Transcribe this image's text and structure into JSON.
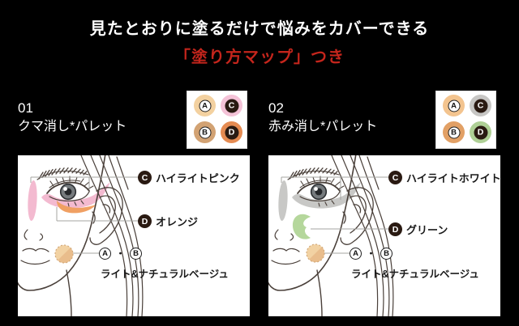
{
  "header": {
    "title": "見たとおりに塗るだけで悩みをカバーできる",
    "subtitle": "「塗り方マップ」つき"
  },
  "colors": {
    "background": "#000000",
    "panel_bg": "#ffffff",
    "header_text": "#ffffff",
    "accent_red": "#c4251c",
    "line_art": "#4a403a",
    "callout_line": "#a5a5a2",
    "badge_dark_bg": "#2a1a12",
    "badge_ring_border": "#1f1f1f",
    "label_text": "#1a1a1a",
    "beige_edge": "#d2a97b"
  },
  "palettes": [
    {
      "number": "01",
      "name": "クマ消し*パレット",
      "pans": [
        {
          "letter": "A",
          "color": "#f3d1a0"
        },
        {
          "letter": "C",
          "color": "#f4c2d7"
        },
        {
          "letter": "B",
          "color": "#d2a273"
        },
        {
          "letter": "D",
          "color": "#e58b52"
        }
      ],
      "map": {
        "c_letter": "C",
        "c_label": "ハイライトピンク",
        "d_letter": "D",
        "d_label": "オレンジ",
        "ab_first": "A",
        "ab_separator": "・",
        "ab_second": "B",
        "ab_label": "ライト&ナチュラルベージュ",
        "patch_colors": {
          "highlight": "#f3bad0",
          "accent": "#f0a063",
          "base_light": "#f2d2a3",
          "base_dark": "#e9bd8c"
        }
      }
    },
    {
      "number": "02",
      "name": "赤み消し*パレット",
      "pans": [
        {
          "letter": "A",
          "color": "#f3c48f"
        },
        {
          "letter": "C",
          "color": "#c7c6c4"
        },
        {
          "letter": "B",
          "color": "#e2a065"
        },
        {
          "letter": "D",
          "color": "#afd096"
        }
      ],
      "map": {
        "c_letter": "C",
        "c_label": "ハイライトホワイト",
        "d_letter": "D",
        "d_label": "グリーン",
        "ab_first": "A",
        "ab_separator": "・",
        "ab_second": "B",
        "ab_label": "ライト&ナチュラルベージュ",
        "patch_colors": {
          "highlight": "#c8c8c6",
          "accent": "#b5d79c",
          "base_light": "#f2d2a3",
          "base_dark": "#e9bd8c"
        }
      }
    }
  ]
}
